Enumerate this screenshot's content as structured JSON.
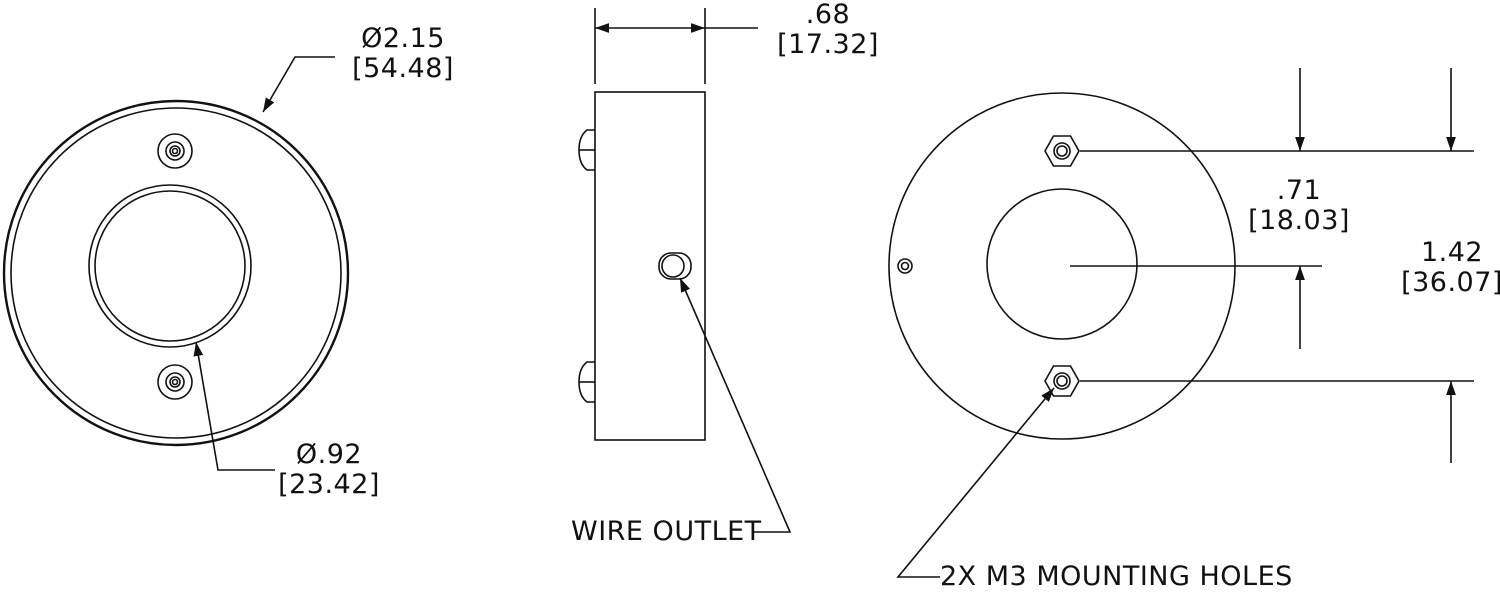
{
  "front_view": {
    "outer_diameter": {
      "inch": "Ø2.15",
      "mm": "[54.48]"
    },
    "inner_diameter": {
      "inch": "Ø.92",
      "mm": "[23.42]"
    }
  },
  "side_view": {
    "thickness": {
      "inch": ".68",
      "mm": "[17.32]"
    },
    "wire_outlet_label": "WIRE OUTLET"
  },
  "back_view": {
    "center_to_hole": {
      "inch": ".71",
      "mm": "[18.03]"
    },
    "hole_spacing": {
      "inch": "1.42",
      "mm": "[36.07]"
    },
    "mounting_holes_label": "2X M3 MOUNTING HOLES"
  }
}
